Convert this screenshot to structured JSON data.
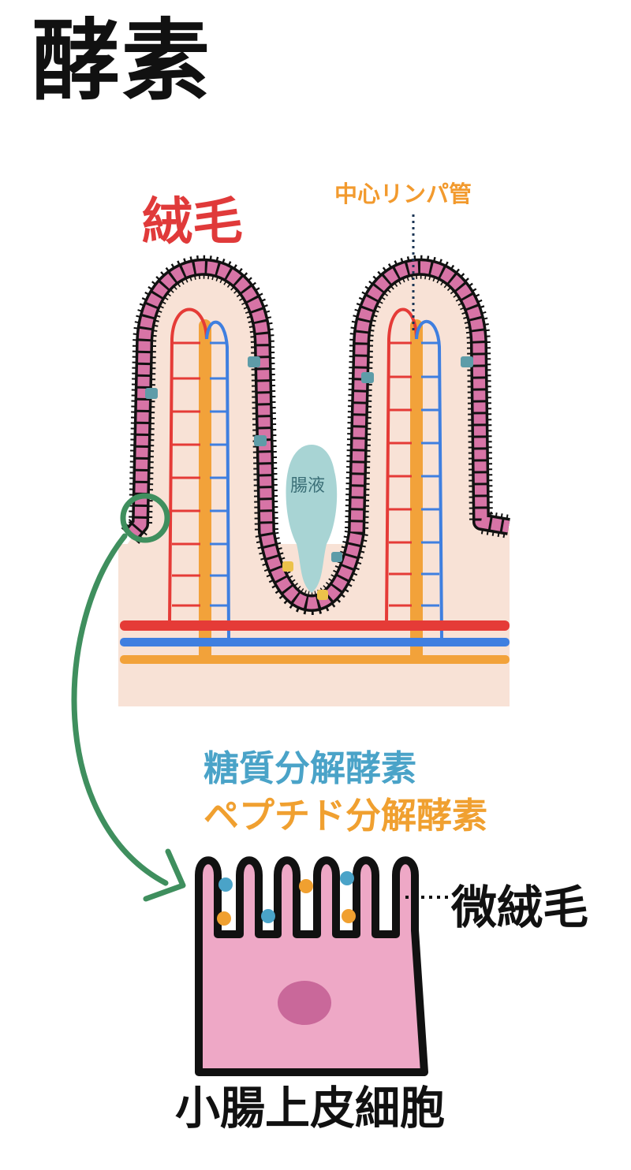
{
  "title": "酵素",
  "villus": {
    "label": "絨毛",
    "lacteal_label": "中心リンパ管",
    "intestinal_fluid_label": "腸液"
  },
  "enzymes": {
    "carbohydrate": "糖質分解酵素",
    "peptide": "ペプチド分解酵素"
  },
  "cell": {
    "microvilli_label": "微絨毛",
    "label": "小腸上皮細胞"
  },
  "colors": {
    "tissue_background": "#f8e2d6",
    "epithelial_cell": "#d774a6",
    "goblet_cell": "#5e9ca8",
    "yellow_cell": "#ecc24a",
    "artery": "#e53b37",
    "vein": "#3f7fe0",
    "lacteal": "#f2a23a",
    "intestinal_fluid": "#a8d4d4",
    "arrow": "#3f8f5e",
    "cell_body": "#eea8c6",
    "nucleus": "#c9689a",
    "carb_enzyme_dot": "#4aa3c8",
    "peptide_enzyme_dot": "#f0a030"
  }
}
